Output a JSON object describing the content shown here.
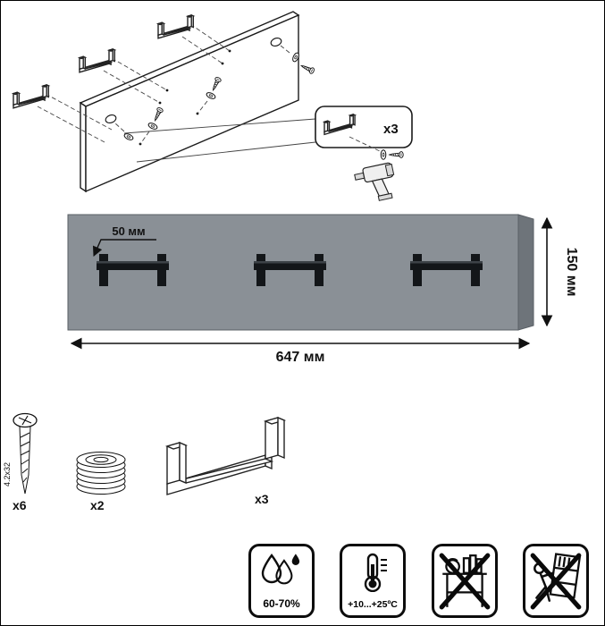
{
  "callout": {
    "count": "x3"
  },
  "dimensions": {
    "hook_offset": "50 мм",
    "height": "150 мм",
    "width": "647 мм"
  },
  "hardware": {
    "screw_count": "x6",
    "screw_size": "4.2x32",
    "washer_count": "x2",
    "hook_count": "x3"
  },
  "care": {
    "humidity": "60-70%",
    "temperature": "+10...+25ºC"
  },
  "colors": {
    "board": "#8A9096",
    "board_edge": "#6E747A",
    "hook": "#131619"
  }
}
